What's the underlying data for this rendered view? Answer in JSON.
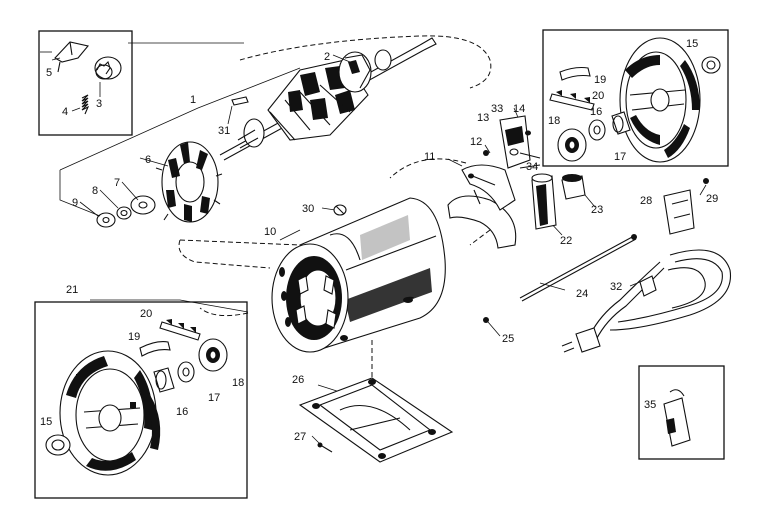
{
  "diagram": {
    "callouts": {
      "p1": "1",
      "p2": "2",
      "p3": "3",
      "p4": "4",
      "p5": "5",
      "p6": "6",
      "p7": "7",
      "p8": "8",
      "p9": "9",
      "p10": "10",
      "p11": "11",
      "p12": "12",
      "p13": "13",
      "p14": "14",
      "p15a": "15",
      "p15b": "15",
      "p16a": "16",
      "p16b": "16",
      "p17a": "17",
      "p17b": "17",
      "p18a": "18",
      "p18b": "18",
      "p19a": "19",
      "p19b": "19",
      "p20a": "20",
      "p20b": "20",
      "p21": "21",
      "p22": "22",
      "p23": "23",
      "p24": "24",
      "p25": "25",
      "p26": "26",
      "p27": "27",
      "p28": "28",
      "p29": "29",
      "p30": "30",
      "p31": "31",
      "p32": "32",
      "p33": "33",
      "p34": "34",
      "p35": "35"
    }
  }
}
